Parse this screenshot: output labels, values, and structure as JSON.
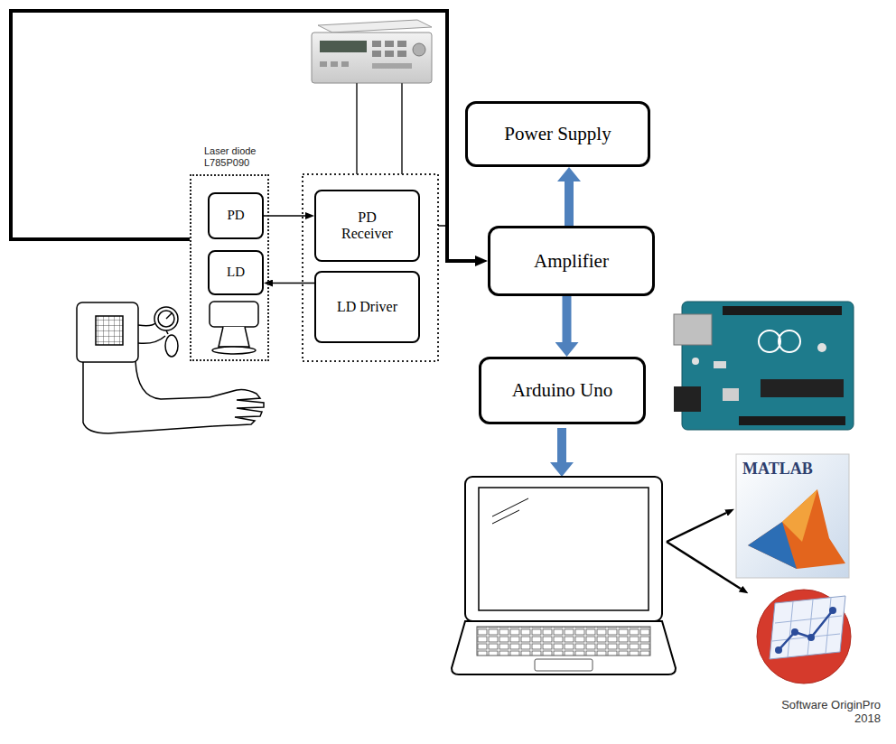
{
  "diagram": {
    "nodes": [
      {
        "text": [
          "Laser diode L785P090"
        ]
      },
      {
        "text": [
          "PD"
        ],
        "in": 0
      },
      {
        "text": [
          "LD"
        ],
        "in": 0
      },
      {
        "text": [
          "PD Receiver"
        ]
      },
      {
        "text": [
          "LD Driver"
        ]
      },
      {
        "text": [
          "Power Supply"
        ]
      },
      {
        "text": [
          "Amplifier"
        ]
      },
      {
        "text": [
          "Arduino Uno"
        ]
      }
    ],
    "edges": [
      {
        "from": 1,
        "to": 3,
        "arrow": "to"
      },
      {
        "from": 4,
        "to": 2,
        "arrow": "to"
      },
      {
        "from": 0,
        "to": 6,
        "arrow": "to"
      },
      {
        "from": 6,
        "to": 5,
        "arrow": "to"
      },
      {
        "from": 6,
        "to": 7,
        "arrow": "to"
      }
    ],
    "labels": [
      "MATLAB",
      "Software OriginPro 2018"
    ]
  }
}
